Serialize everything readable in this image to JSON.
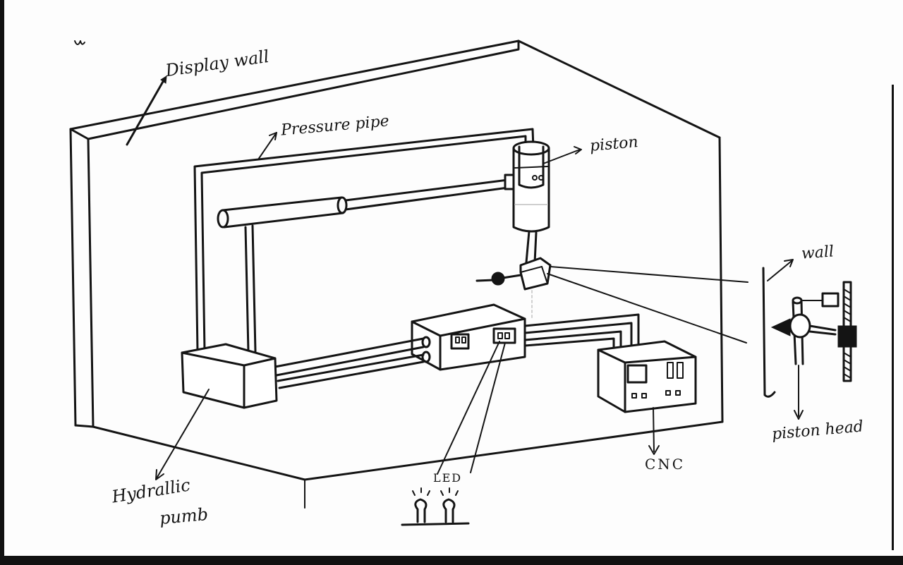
{
  "labels": {
    "display_wall": "Display wall",
    "pressure_pipe": "Pressure pipe",
    "piston": "piston",
    "wall": "wall",
    "piston_head": "piston head",
    "hydraulic_pump_line1": "Hydrallic",
    "hydraulic_pump_line2": "pumb",
    "led": "LED",
    "cnc": "CNC"
  },
  "colors": {
    "ink": "#141414",
    "paper": "#fdfdfd"
  }
}
